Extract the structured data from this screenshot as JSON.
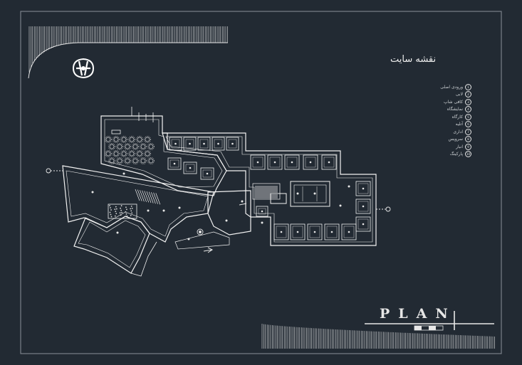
{
  "drawing": {
    "title": "PLAN",
    "title_fa": "نقشه سایت",
    "background": "#222a33",
    "line_color": "#ffffff",
    "accent_color": "#e8e8e8"
  },
  "legend": {
    "items": [
      {
        "num": "1",
        "label": "ورودی اصلی"
      },
      {
        "num": "2",
        "label": "لابی"
      },
      {
        "num": "3",
        "label": "کافی شاپ"
      },
      {
        "num": "4",
        "label": "نمایشگاه"
      },
      {
        "num": "5",
        "label": "کارگاه"
      },
      {
        "num": "6",
        "label": "آتلیه"
      },
      {
        "num": "7",
        "label": "اداری"
      },
      {
        "num": "8",
        "label": "سرویس"
      },
      {
        "num": "9",
        "label": "انبار"
      },
      {
        "num": "10",
        "label": "پارکینگ"
      }
    ]
  },
  "icons": {
    "logo": "emblem-icon",
    "north": "north-arrow-icon"
  }
}
